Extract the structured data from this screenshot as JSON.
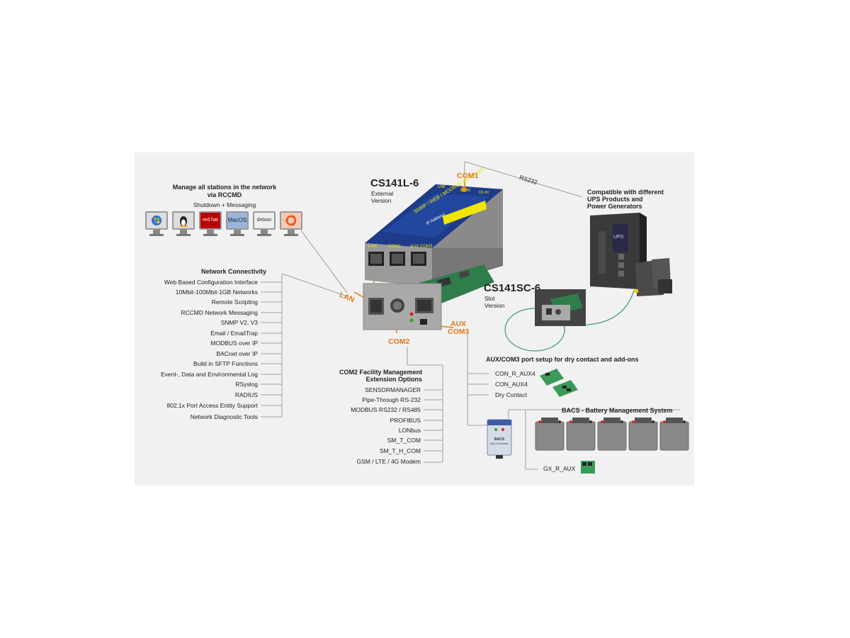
{
  "rccmd": {
    "title_line1": "Manage all stations in the network",
    "title_line2": "via RCCMD",
    "subtitle": "Shutdown + Messaging"
  },
  "os_icons": [
    {
      "label": "",
      "icon": "windows-icon",
      "color": "#2a6fd0"
    },
    {
      "label": "",
      "icon": "linux-tux-icon",
      "color": "#222222"
    },
    {
      "label": "red hat",
      "icon": "redhat-icon",
      "color": "#cc0000"
    },
    {
      "label": "MacOS",
      "icon": "macos-icon",
      "color": "#6a8fbf"
    },
    {
      "label": "debian",
      "icon": "debian-icon",
      "color": "#c70036"
    },
    {
      "label": "",
      "icon": "ubuntu-icon",
      "color": "#e95420"
    }
  ],
  "network": {
    "title": "Network Connectivity",
    "items": [
      "Web Based Configuration Interface",
      "10Mbit-100Mbit-1GB Networks",
      "Remote Scripting",
      "RCCMD Network Messaging",
      "SNMP V2, V3",
      "Email / EmailTrap",
      "MODBUS over IP",
      "BACnet over IP",
      "Build in SFTP Functions",
      "Event-, Data and Environmental Log",
      "RSyslog",
      "RADIUS",
      "802.1x Port Access Entity Support",
      "Network Diagnostic Tools"
    ]
  },
  "device_external": {
    "name": "CS141L-6",
    "line1": "External",
    "line2": "Version",
    "front_label": "SNMP / WEB / MODBUS MANAGER",
    "ip_label": "IP Address:",
    "ports": [
      "LAN",
      "COM2",
      "AUX COM3"
    ],
    "top_ports": [
      "USB",
      "COM1",
      "DC-IN"
    ]
  },
  "device_slot": {
    "name": "CS141SC-6",
    "line1": "Slot",
    "line2": "Version"
  },
  "port_labels": {
    "com1": "COM1",
    "rs232": "RS232",
    "lan": "LAN",
    "com2": "COM2",
    "aux": "AUX",
    "com3": "COM3"
  },
  "ups": {
    "title_line1": "Compatible with different",
    "title_line2": "UPS Products and",
    "title_line3": "Power Generators",
    "badge": "UPS"
  },
  "com2": {
    "title_line1": "COM2 Facility Management",
    "title_line2": "Extension Options",
    "items": [
      "SENSORMANAGER",
      "Pipe-Through RS-232",
      "MODBUS RS232 / RS485",
      "PROFIBUS",
      "LONbus",
      "SM_T_COM",
      "SM_T_H_COM",
      "GSM / LTE / 4G Modem"
    ]
  },
  "aux": {
    "title": "AUX/COM3 port setup for dry contact and add-ons",
    "items": [
      "CON_R_AUX4",
      "CON_AUX4",
      "Dry Contact"
    ]
  },
  "bacs": {
    "title": "BACS - Battery Management System",
    "converter_line1": "BACS",
    "converter_line2": "Bus Converter",
    "extra": "GX_R_AUX"
  },
  "colors": {
    "accent": "#e07b1a",
    "device_blue": "#1d3b8a",
    "label_yellow": "#f2e600",
    "pcb_green": "#2e7d4a",
    "connector_green": "#3a9a5a"
  }
}
